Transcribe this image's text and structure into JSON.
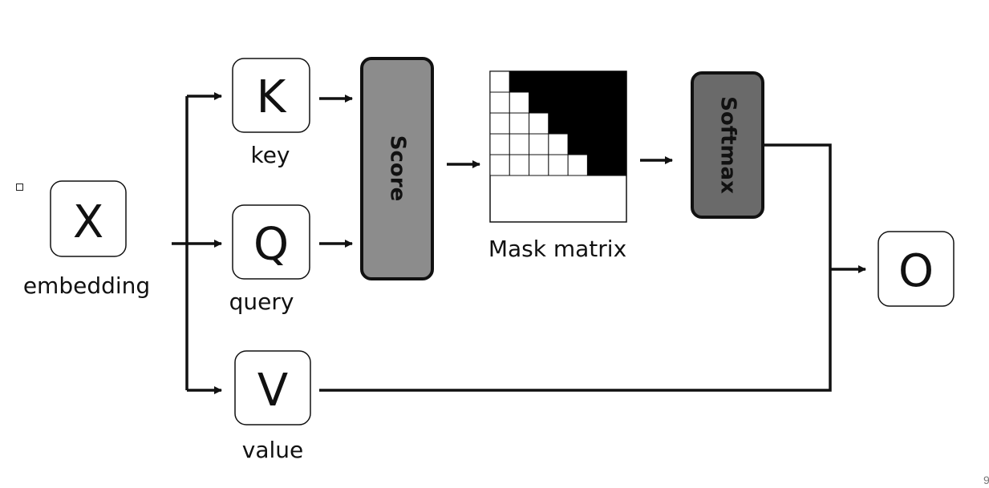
{
  "nodes": {
    "x": {
      "letter": "X",
      "caption": "embedding"
    },
    "k": {
      "letter": "K",
      "caption": "key"
    },
    "q": {
      "letter": "Q",
      "caption": "query"
    },
    "v": {
      "letter": "V",
      "caption": "value"
    },
    "o": {
      "letter": "O"
    }
  },
  "blocks": {
    "score": "Score",
    "softmax": "Softmax"
  },
  "mask": {
    "caption": "Mask matrix",
    "size": 7,
    "pattern": "lower-triangular"
  },
  "colors": {
    "score_fill": "#8c8c8c",
    "softmax_fill": "#6a6a6a",
    "mask_dark": "#000000",
    "mask_light": "#ffffff"
  },
  "corner_text": "9"
}
